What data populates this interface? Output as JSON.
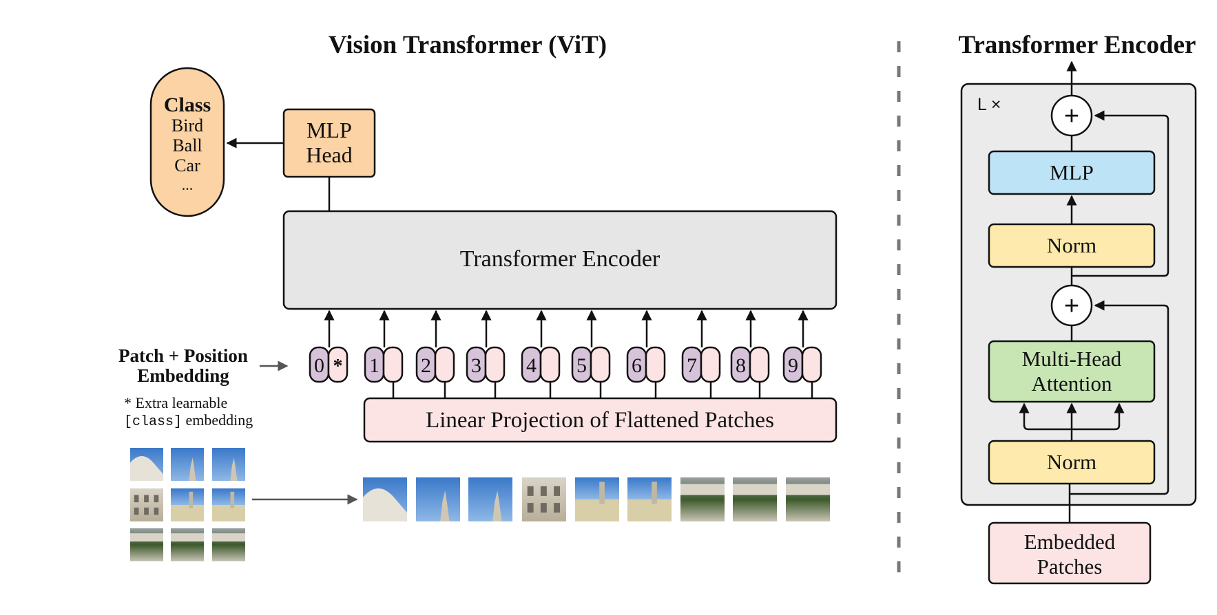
{
  "left": {
    "title": "Vision Transformer (ViT)",
    "class_box": {
      "heading": "Class",
      "items": [
        "Bird",
        "Ball",
        "Car",
        "..."
      ]
    },
    "mlp_head": [
      "MLP",
      "Head"
    ],
    "encoder_label": "Transformer Encoder",
    "embedding_label": [
      "Patch + Position",
      "Embedding"
    ],
    "footnote": {
      "line1": "* Extra learnable",
      "code": "[class]",
      "line2_rest": " embedding"
    },
    "tokens": [
      {
        "pos": "0",
        "patch": "*"
      },
      {
        "pos": "1",
        "patch": ""
      },
      {
        "pos": "2",
        "patch": ""
      },
      {
        "pos": "3",
        "patch": ""
      },
      {
        "pos": "4",
        "patch": ""
      },
      {
        "pos": "5",
        "patch": ""
      },
      {
        "pos": "6",
        "patch": ""
      },
      {
        "pos": "7",
        "patch": ""
      },
      {
        "pos": "8",
        "patch": ""
      },
      {
        "pos": "9",
        "patch": ""
      }
    ],
    "projection_label": "Linear Projection of Flattened Patches"
  },
  "right": {
    "title": "Transformer Encoder",
    "repeat_label": "L ×",
    "mlp": "MLP",
    "norm_top": "Norm",
    "attention": [
      "Multi-Head",
      "Attention"
    ],
    "norm_bottom": "Norm",
    "embedded_patches": [
      "Embedded",
      "Patches"
    ],
    "plus_symbol": "+"
  },
  "colors": {
    "orange": "#fbd3a4",
    "gray_box": "#e6e6e6",
    "purple": "#d6c3da",
    "pink": "#fce4e4",
    "blue": "#bde3f6",
    "yellow": "#fdeaac",
    "green": "#c8e6b4",
    "outer_panel": "#ebebeb",
    "stroke": "#111111",
    "arrow_gray": "#555555"
  },
  "icons": [
    "arrow-icon",
    "plus-icon",
    "photo-patch-icon"
  ]
}
